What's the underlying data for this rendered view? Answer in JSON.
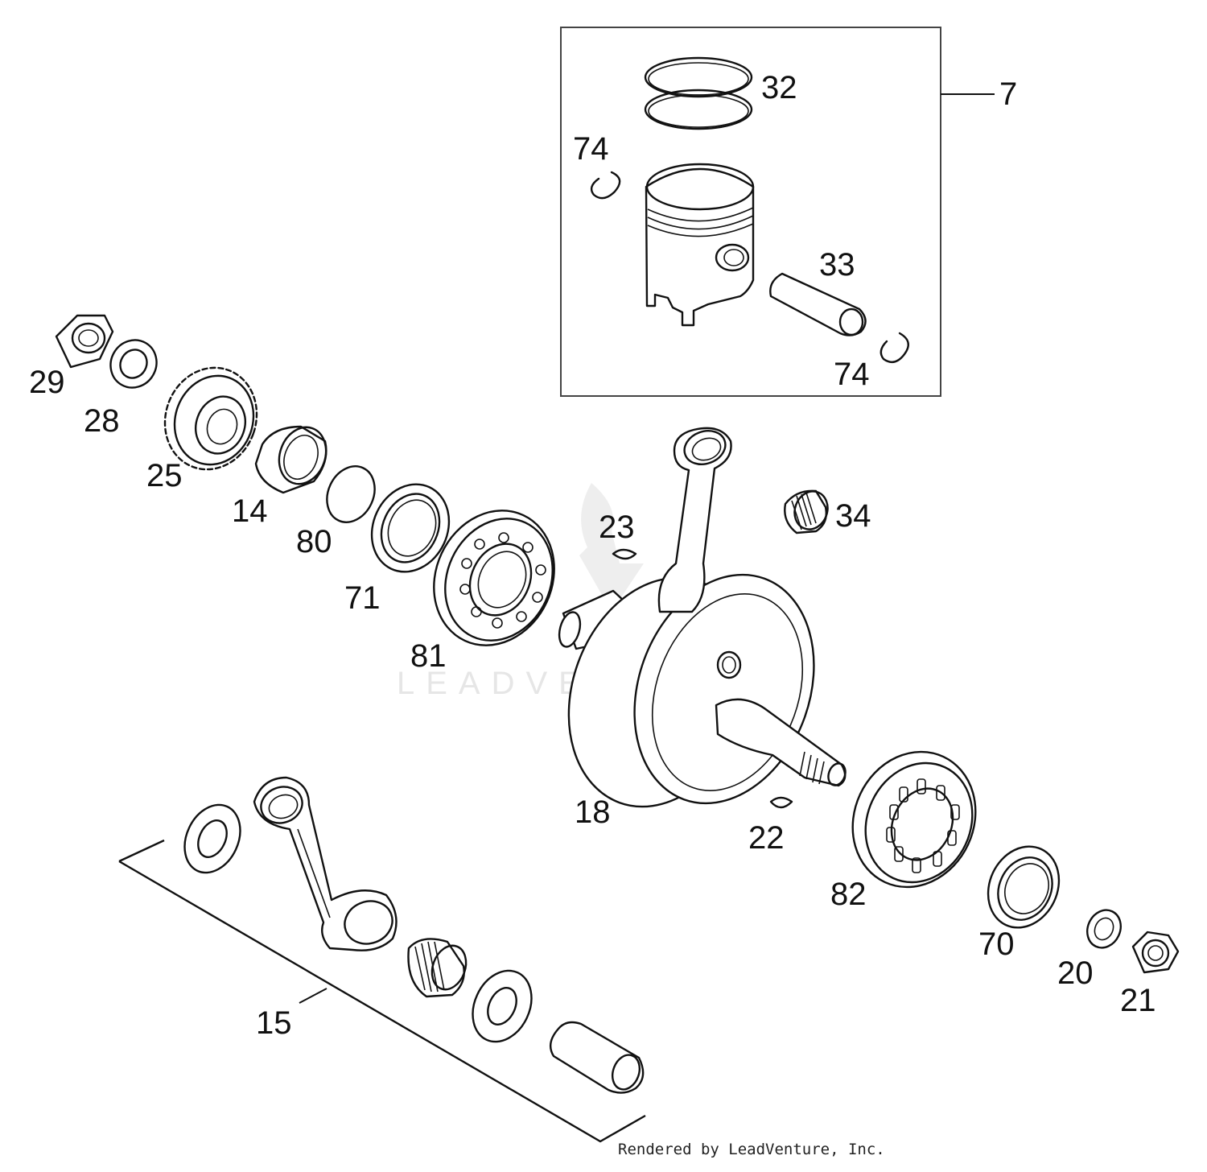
{
  "callouts": {
    "c7": "7",
    "c32": "32",
    "c74a": "74",
    "c33": "33",
    "c74b": "74",
    "c29": "29",
    "c28": "28",
    "c25": "25",
    "c14": "14",
    "c80": "80",
    "c71": "71",
    "c81": "81",
    "c23": "23",
    "c34": "34",
    "c18": "18",
    "c22": "22",
    "c82": "82",
    "c70": "70",
    "c20": "20",
    "c21": "21",
    "c15": "15"
  },
  "watermark": {
    "text": "LEADVENTURE"
  },
  "credit": {
    "text": "Rendered by LeadVenture, Inc."
  }
}
